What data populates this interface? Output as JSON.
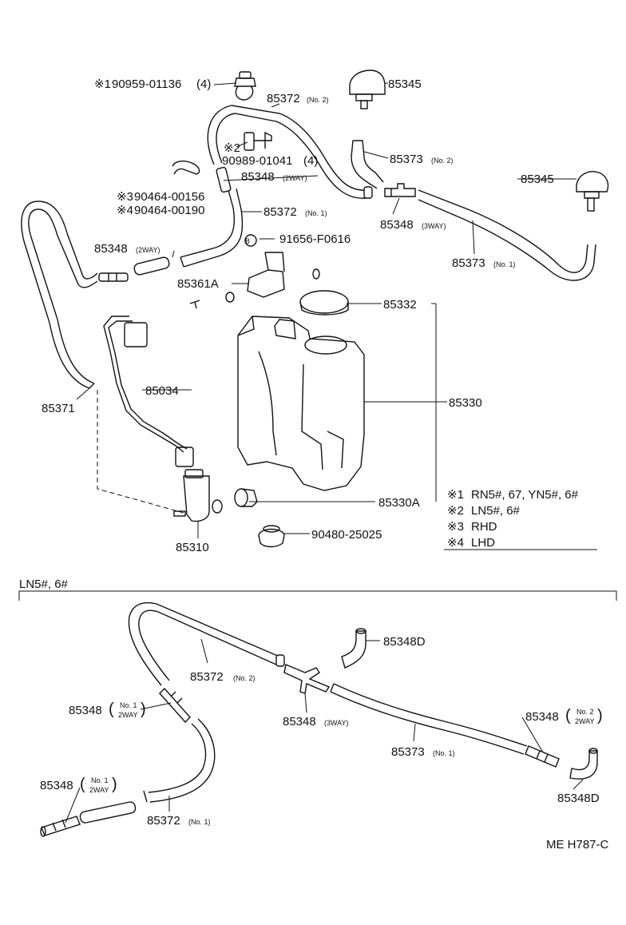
{
  "diagram": {
    "doc_code": "ME H787-C",
    "section_label": "LN5#, 6#",
    "parts_top": {
      "p_90959": "90959-01136",
      "p_90959_qty": "(4)",
      "p_90989": "90989-01041",
      "p_90989_qty": "(4)",
      "p_85372_no2": "85372",
      "p_85372_no2_suffix": "(No. 2)",
      "p_85345_a": "85345",
      "p_85345_b": "85345",
      "p_85373_no2": "85373",
      "p_85373_no2_suffix": "(No. 2)",
      "p_85348_2way_a": "85348",
      "p_85348_2way_a_suffix": "(2WAY)",
      "p_90464_00156": "90464-00156",
      "p_90464_00190": "90464-00190",
      "p_85372_no1": "85372",
      "p_85372_no1_suffix": "(No. 1)",
      "p_85348_3way": "85348",
      "p_85348_3way_suffix": "(3WAY)",
      "p_85348_2way_b": "85348",
      "p_85348_2way_b_suffix": "(2WAY)",
      "p_91656": "91656-F0616",
      "p_91656_marker": "B",
      "p_85373_no1": "85373",
      "p_85373_no1_suffix": "(No. 1)",
      "p_85361a": "85361A",
      "p_85332": "85332",
      "p_85034": "85034",
      "p_85371": "85371",
      "p_85330": "85330",
      "p_85330a": "85330A",
      "p_90480": "90480-25025",
      "p_85310": "85310"
    },
    "markers": {
      "m1": "※1",
      "m2": "※2",
      "m3": "※3",
      "m4": "※4"
    },
    "legend": [
      {
        "mark": "※1",
        "text": "RN5#, 67, YN5#, 6#"
      },
      {
        "mark": "※2",
        "text": "LN5#, 6#"
      },
      {
        "mark": "※3",
        "text": "RHD"
      },
      {
        "mark": "※4",
        "text": "LHD"
      }
    ],
    "parts_bottom": {
      "b_85348d_a": "85348D",
      "b_85372_no2": "85372",
      "b_85372_no2_suffix": "(No. 2)",
      "b_85348_left_a": "85348",
      "b_85348_left_a_paren1": "No. 1",
      "b_85348_left_a_paren2": "2WAY",
      "b_85348_3way": "85348",
      "b_85348_3way_suffix": "(3WAY)",
      "b_85348_right": "85348",
      "b_85348_right_paren1": "No. 2",
      "b_85348_right_paren2": "2WAY",
      "b_85373_no1": "85373",
      "b_85373_no1_suffix": "(No. 1)",
      "b_85348_left_b": "85348",
      "b_85348_left_b_paren1": "No. 1",
      "b_85348_left_b_paren2": "2WAY",
      "b_85372_no1": "85372",
      "b_85372_no1_suffix": "(No. 1)",
      "b_85348d_b": "85348D"
    }
  }
}
